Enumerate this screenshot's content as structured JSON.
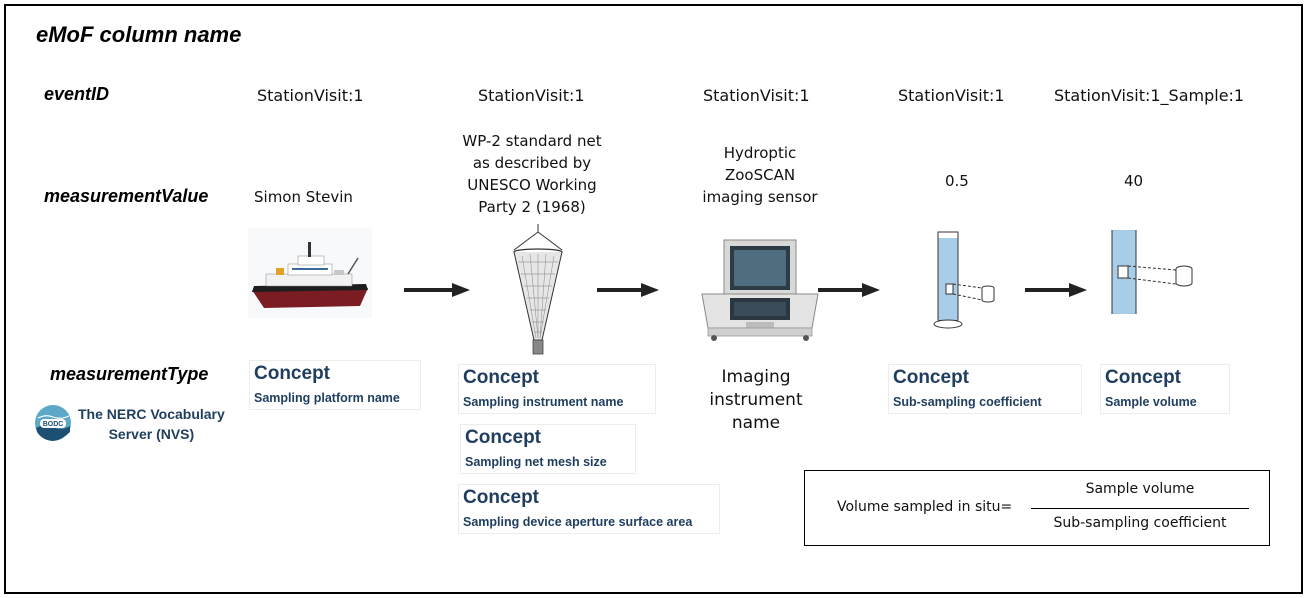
{
  "title": "eMoF column name",
  "row_labels": {
    "event_id": "eventID",
    "measurement_value": "measurementValue",
    "measurement_type": "measurementType"
  },
  "nerc": {
    "badge": "BODC",
    "line1": "The NERC Vocabulary",
    "line2": "Server (NVS)"
  },
  "columns": {
    "platform": {
      "event_id": "StationVisit:1",
      "value": "Simon Stevin",
      "concepts": [
        {
          "heading": "Concept",
          "label": "Sampling platform name"
        }
      ]
    },
    "instrument": {
      "event_id": "StationVisit:1",
      "value_lines": [
        "WP-2 standard net",
        "as described by",
        "UNESCO Working",
        "Party 2 (1968)"
      ],
      "concepts": [
        {
          "heading": "Concept",
          "label": "Sampling instrument name"
        },
        {
          "heading": "Concept",
          "label": "Sampling net mesh size"
        },
        {
          "heading": "Concept",
          "label": "Sampling device aperture surface area"
        }
      ]
    },
    "imaging": {
      "event_id": "StationVisit:1",
      "value_lines": [
        "Hydroptic",
        "ZooSCAN",
        "imaging sensor"
      ],
      "type_lines": [
        "Imaging",
        "instrument",
        "name"
      ]
    },
    "subsampling": {
      "event_id": "StationVisit:1",
      "value": "0.5",
      "concepts": [
        {
          "heading": "Concept",
          "label": "Sub-sampling coefficient"
        }
      ]
    },
    "sample": {
      "event_id": "StationVisit:1_Sample:1",
      "value": "40",
      "concepts": [
        {
          "heading": "Concept",
          "label": "Sample volume"
        }
      ]
    }
  },
  "formula": {
    "lhs": "Volume sampled in situ=",
    "numerator": "Sample volume",
    "denominator": "Sub-sampling coefficient"
  },
  "colors": {
    "concept_text": "#1f3e5f",
    "liquid": "#a8cde8",
    "arrow": "#222222"
  }
}
